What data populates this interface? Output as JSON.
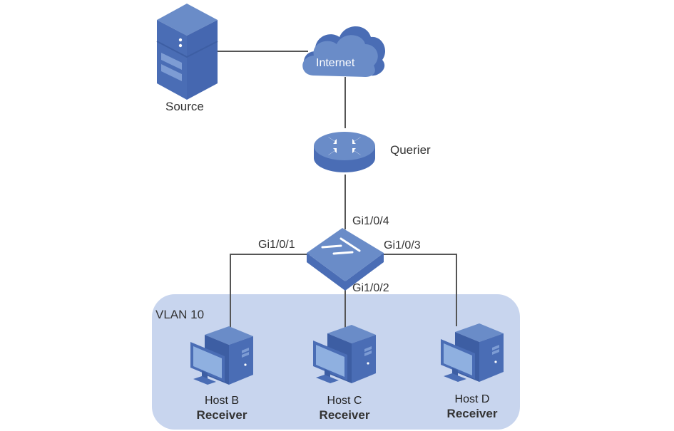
{
  "diagram": {
    "colors": {
      "device_top": "#6a8cc8",
      "device_side": "#4a6db5",
      "device_dark": "#3d5ea3",
      "vlan_fill": "#c8d5ee",
      "screen": "#8fb0e0",
      "line": "#555555"
    },
    "nodes": {
      "source": {
        "label": "Source",
        "icon": "server-icon"
      },
      "internet": {
        "label": "Internet",
        "icon": "cloud-icon"
      },
      "querier": {
        "label": "Querier",
        "icon": "router-icon"
      },
      "switch": {
        "label": "",
        "icon": "switch-icon"
      }
    },
    "ports": {
      "p1": "Gi1/0/1",
      "p2": "Gi1/0/2",
      "p3": "Gi1/0/3",
      "p4": "Gi1/0/4"
    },
    "vlan": {
      "label": "VLAN 10"
    },
    "hosts": [
      {
        "name": "Host B",
        "role": "Receiver",
        "icon": "pc-icon"
      },
      {
        "name": "Host C",
        "role": "Receiver",
        "icon": "pc-icon"
      },
      {
        "name": "Host D",
        "role": "Receiver",
        "icon": "pc-icon"
      }
    ]
  }
}
